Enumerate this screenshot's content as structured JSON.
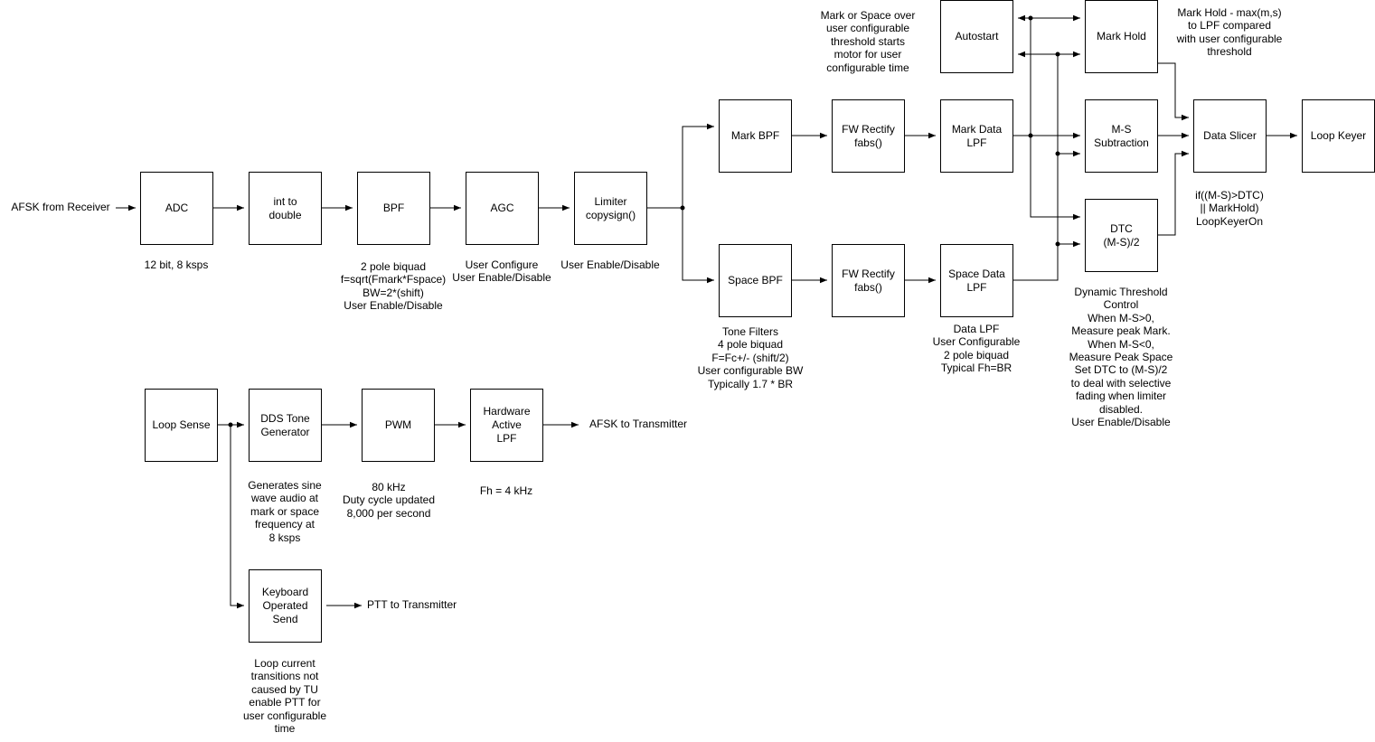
{
  "inputs": {
    "afsk_from_receiver": "AFSK from Receiver",
    "afsk_to_transmitter": "AFSK to Transmitter",
    "ptt_to_transmitter": "PTT to Transmitter"
  },
  "blocks": {
    "adc": "ADC",
    "int_to_double": "int to\ndouble",
    "bpf": "BPF",
    "agc": "AGC",
    "limiter": "Limiter\ncopysign()",
    "mark_bpf": "Mark BPF",
    "space_bpf": "Space BPF",
    "fw_rectify_mark": "FW Rectify\nfabs()",
    "fw_rectify_space": "FW Rectify\nfabs()",
    "mark_data_lpf": "Mark Data\nLPF",
    "space_data_lpf": "Space Data\nLPF",
    "autostart": "Autostart",
    "mark_hold": "Mark Hold",
    "ms_subtraction": "M-S\nSubtraction",
    "dtc": "DTC\n(M-S)/2",
    "data_slicer": "Data Slicer",
    "loop_keyer": "Loop Keyer",
    "loop_sense": "Loop Sense",
    "dds_tone_generator": "DDS Tone\nGenerator",
    "pwm": "PWM",
    "hardware_lpf": "Hardware\nActive\nLPF",
    "keyboard_operated_send": "Keyboard\nOperated\nSend"
  },
  "notes": {
    "adc": "12 bit, 8 ksps",
    "bpf": "2 pole biquad\nf=sqrt(Fmark*Fspace)\nBW=2*(shift)\nUser Enable/Disable",
    "agc": "User Configure\nUser Enable/Disable",
    "limiter": "User Enable/Disable",
    "tone_filters": "Tone Filters\n4 pole biquad\nF=Fc+/- (shift/2)\nUser configurable BW\nTypically 1.7 * BR",
    "data_lpf": "Data LPF\nUser Configurable\n2 pole biquad\nTypical Fh=BR",
    "autostart": "Mark or Space over\nuser configurable\nthreshold starts\nmotor for user\nconfigurable time",
    "mark_hold": "Mark Hold - max(m,s)\nto LPF compared\nwith user configurable\nthreshold",
    "data_slicer": "if((M-S)>DTC)\n|| MarkHold)\nLoopKeyerOn",
    "dtc": "Dynamic Threshold\nControl\nWhen M-S>0,\nMeasure peak Mark.\nWhen M-S<0,\nMeasure Peak Space\nSet DTC to (M-S)/2\nto deal with selective\nfading when limiter\ndisabled.\nUser Enable/Disable",
    "dds": "Generates sine\nwave audio at\nmark or space\nfrequency at\n8 ksps",
    "pwm": "80 kHz\nDuty cycle updated\n8,000 per second",
    "hardware_lpf": "Fh = 4 kHz",
    "keyboard": "Loop current\ntransitions not\ncaused by TU\nenable PTT for\nuser configurable\ntime"
  }
}
